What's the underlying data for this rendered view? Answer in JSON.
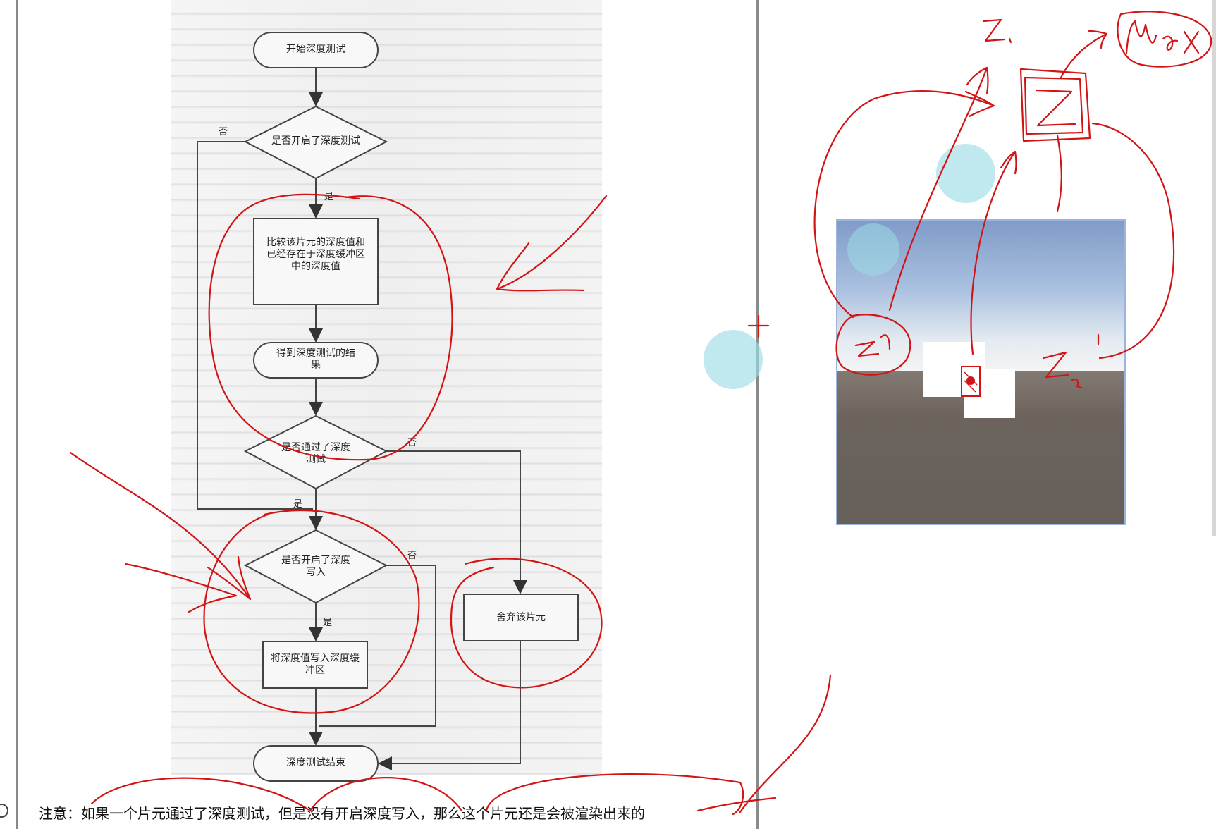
{
  "flowchart": {
    "start": "开始深度测试",
    "q_depth_test": "是否开启了深度测试",
    "compare": "比较该片元的深度值和已经存在于深度缓冲区中的深度值",
    "result": "得到深度测试的结果",
    "q_pass": "是否通过了深度测试",
    "q_write": "是否开启了深度写入",
    "write": "将深度值写入深度缓冲区",
    "discard": "舍弃该片元",
    "end": "深度测试结束",
    "yes": "是",
    "no": "否"
  },
  "note": {
    "text": "注意：如果一个片元通过了深度测试，但是没有开启深度写入，那么这个片元还是会被渲染出来的"
  },
  "annotations": {
    "z_top": "Z.",
    "max": "Max",
    "z_box": "Z",
    "z1": "Z1",
    "z2": "Z2"
  },
  "colors": {
    "ink": "#d21414",
    "sky_top": "#7f9bc8",
    "ground": "#6b635c",
    "highlight": "#9cdde6"
  }
}
